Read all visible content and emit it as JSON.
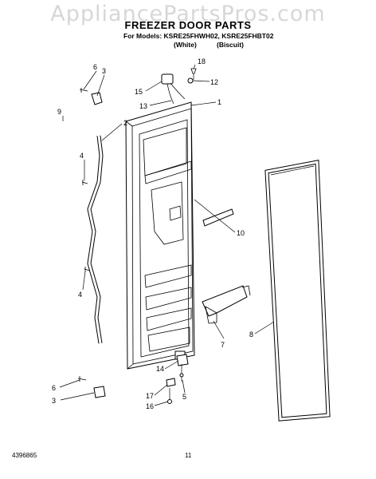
{
  "watermark": "AppliancePartsPros.com",
  "header": {
    "title": "FREEZER DOOR PARTS",
    "models": "For Models: KSRE25FHWH02, KSRE25FHBT02",
    "variant_white": "(White)",
    "variant_biscuit": "(Biscuit)"
  },
  "callouts": {
    "c1": "1",
    "c2": "2",
    "c3a": "3",
    "c3b": "3",
    "c4a": "4",
    "c4b": "4",
    "c5": "5",
    "c6a": "6",
    "c6b": "6",
    "c7": "7",
    "c8": "8",
    "c9": "9",
    "c10": "10",
    "c12": "12",
    "c13": "13",
    "c14": "14",
    "c15": "15",
    "c16": "16",
    "c17": "17",
    "c18": "18"
  },
  "footer": {
    "doc_number": "4396865",
    "page": "11"
  }
}
